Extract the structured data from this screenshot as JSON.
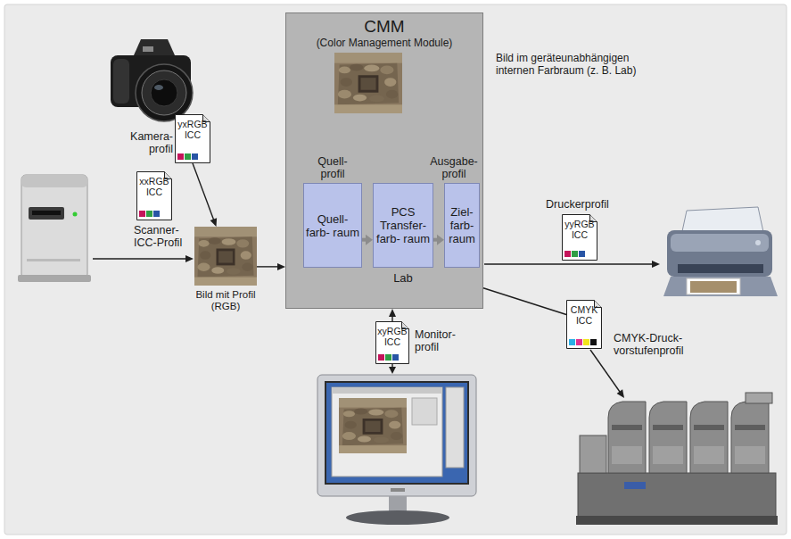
{
  "diagram": {
    "nodes": [
      {
        "text": [
          "CMM",
          "(Color Management Module)"
        ]
      },
      {
        "text": [
          "Quell- profil",
          "Quell- farb- raum"
        ],
        "in": 0
      },
      {
        "text": [
          "PCS Transfer- farb- raum",
          "Lab"
        ],
        "in": 0
      },
      {
        "text": [
          "Ausgabe- profil",
          "Ziel- farb- raum"
        ],
        "in": 0
      },
      {
        "text": [
          "yxRGB ICC"
        ]
      },
      {
        "text": [
          "xxRGB ICC"
        ]
      },
      {
        "text": [
          "Bild mit Profil (RGB)"
        ]
      },
      {
        "text": [
          "xyRGB ICC"
        ]
      },
      {
        "text": [
          "yyRGB ICC"
        ]
      },
      {
        "text": [
          "CMYK ICC"
        ]
      }
    ],
    "edges": [
      {
        "from": 4,
        "to": 6,
        "arrow": "to"
      },
      {
        "from": 6,
        "to": 0,
        "arrow": "to"
      },
      {
        "from": 1,
        "to": 2,
        "arrow": "to"
      },
      {
        "from": 2,
        "to": 3,
        "arrow": "to"
      },
      {
        "from": 7,
        "to": 0,
        "arrow": "to"
      },
      {
        "from": 0,
        "to": 9,
        "arrow": "none"
      }
    ],
    "labels": [
      "Bild im geräteunabhängigen internen Farbraum (z. B. Lab)",
      "Kamera- profil",
      "Scanner- ICC-Profil",
      "Druckerprofil",
      "Monitor- profil",
      "CMYK-Druck- vorstufenprofil"
    ]
  }
}
